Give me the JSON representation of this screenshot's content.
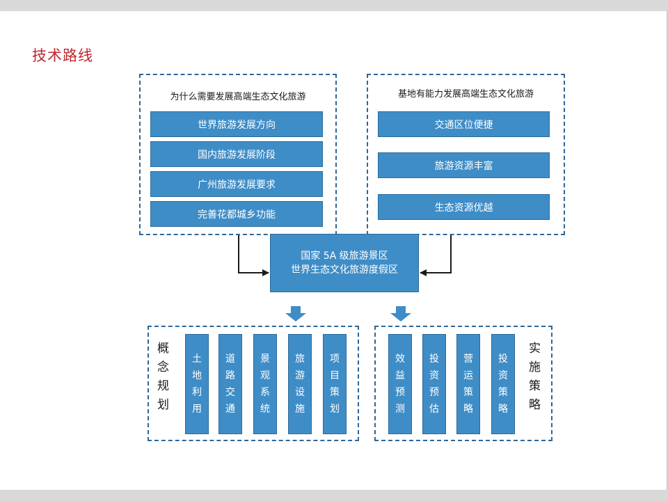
{
  "slide_title": "技术路线",
  "left_panel": {
    "heading": "为什么需要发展高端生态文化旅游",
    "items": [
      "世界旅游发展方向",
      "国内旅游发展阶段",
      "广州旅游发展要求",
      "完善花都城乡功能"
    ]
  },
  "right_panel": {
    "heading": "基地有能力发展高端生态文化旅游",
    "items": [
      "交通区位便捷",
      "旅游资源丰富",
      "生态资源优越"
    ]
  },
  "center": {
    "line1": "国家 5A 级旅游景区",
    "line2": "世界生态文化旅游度假区"
  },
  "concept": {
    "label": [
      "概",
      "念",
      "规",
      "划"
    ],
    "columns": [
      [
        "土",
        "地",
        "利",
        "用"
      ],
      [
        "道",
        "路",
        "交",
        "通"
      ],
      [
        "景",
        "观",
        "系",
        "统"
      ],
      [
        "旅",
        "游",
        "设",
        "施"
      ],
      [
        "项",
        "目",
        "策",
        "划"
      ]
    ]
  },
  "strategy": {
    "label": [
      "实",
      "施",
      "策",
      "略"
    ],
    "columns": [
      [
        "效",
        "益",
        "预",
        "测"
      ],
      [
        "投",
        "资",
        "预",
        "估"
      ],
      [
        "营",
        "运",
        "策",
        "略"
      ],
      [
        "投",
        "资",
        "策",
        "略"
      ]
    ]
  },
  "colors": {
    "box_fill": "#3f8dc7",
    "dash_border": "#2f6696",
    "title": "#c0262d",
    "arrow": "#3f8dc7"
  }
}
